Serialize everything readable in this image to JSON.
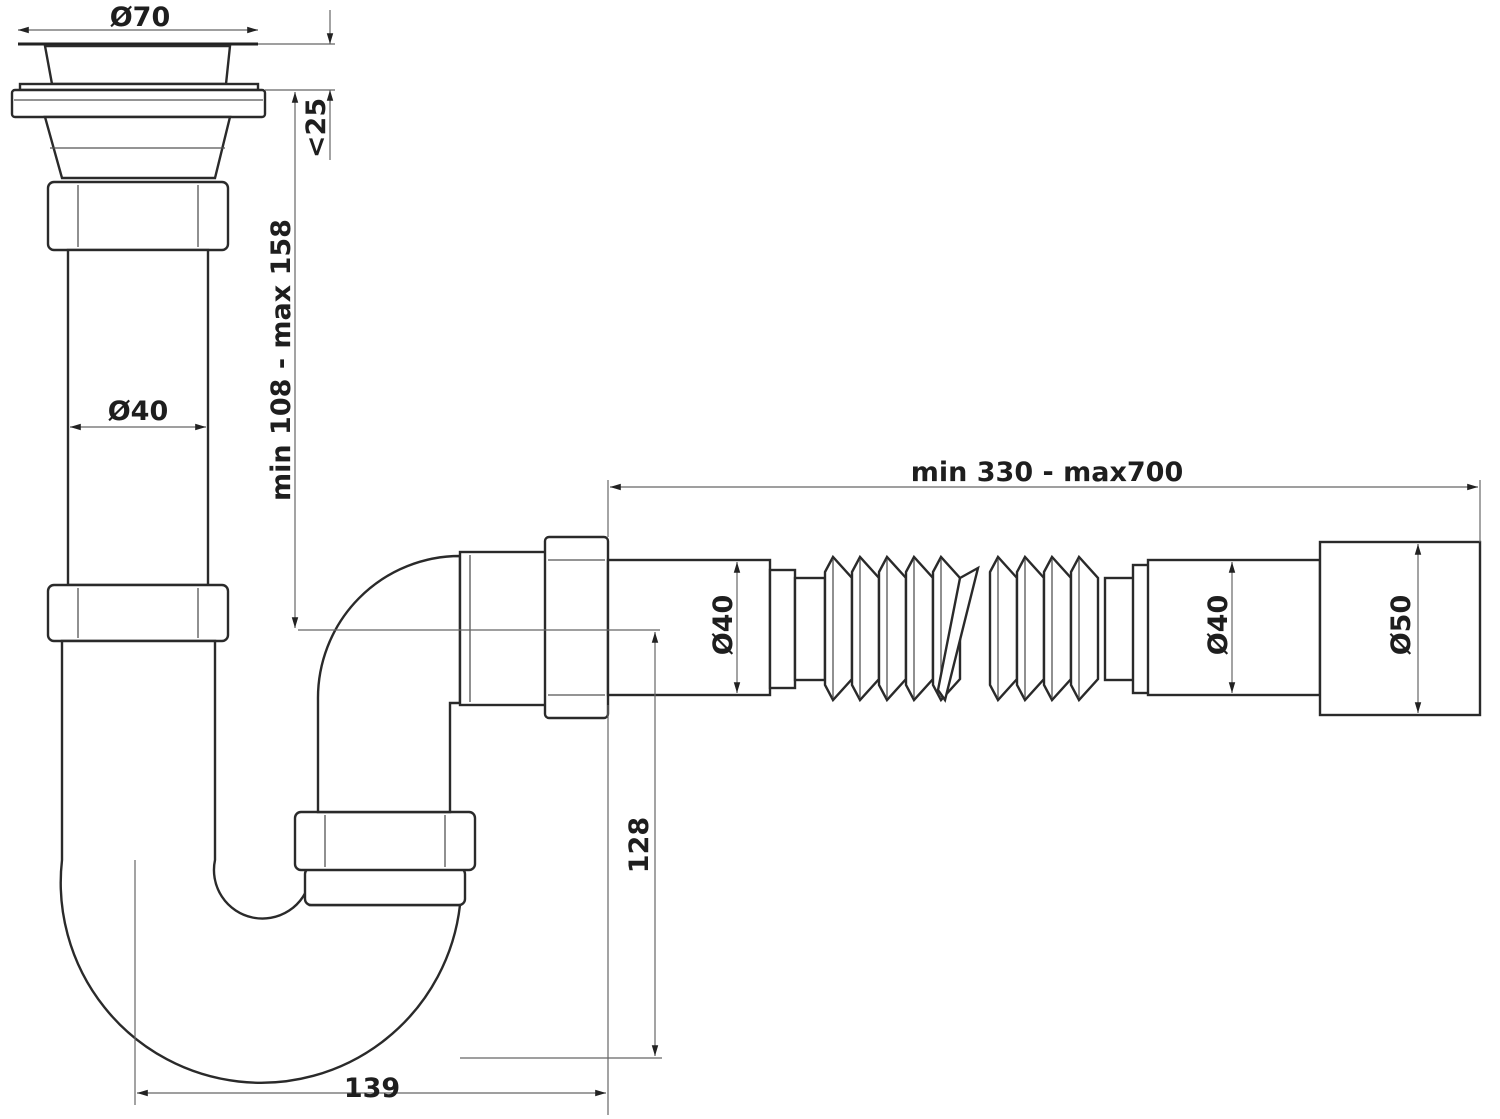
{
  "drawing": {
    "title": "Sink siphon with flexible outlet hose - dimensional drawing",
    "dimensions": {
      "strainer_diameter": "Ø70",
      "strainer_height": "<25",
      "tailpipe_height": "min 108 - max 158",
      "tailpipe_diameter": "Ø40",
      "hose_length": "min 330 - max700",
      "hose_inlet_diameter": "Ø40",
      "hose_pipe_diameter": "Ø40",
      "hose_outlet_diameter": "Ø50",
      "outlet_height": "128",
      "trap_width": "139"
    }
  }
}
